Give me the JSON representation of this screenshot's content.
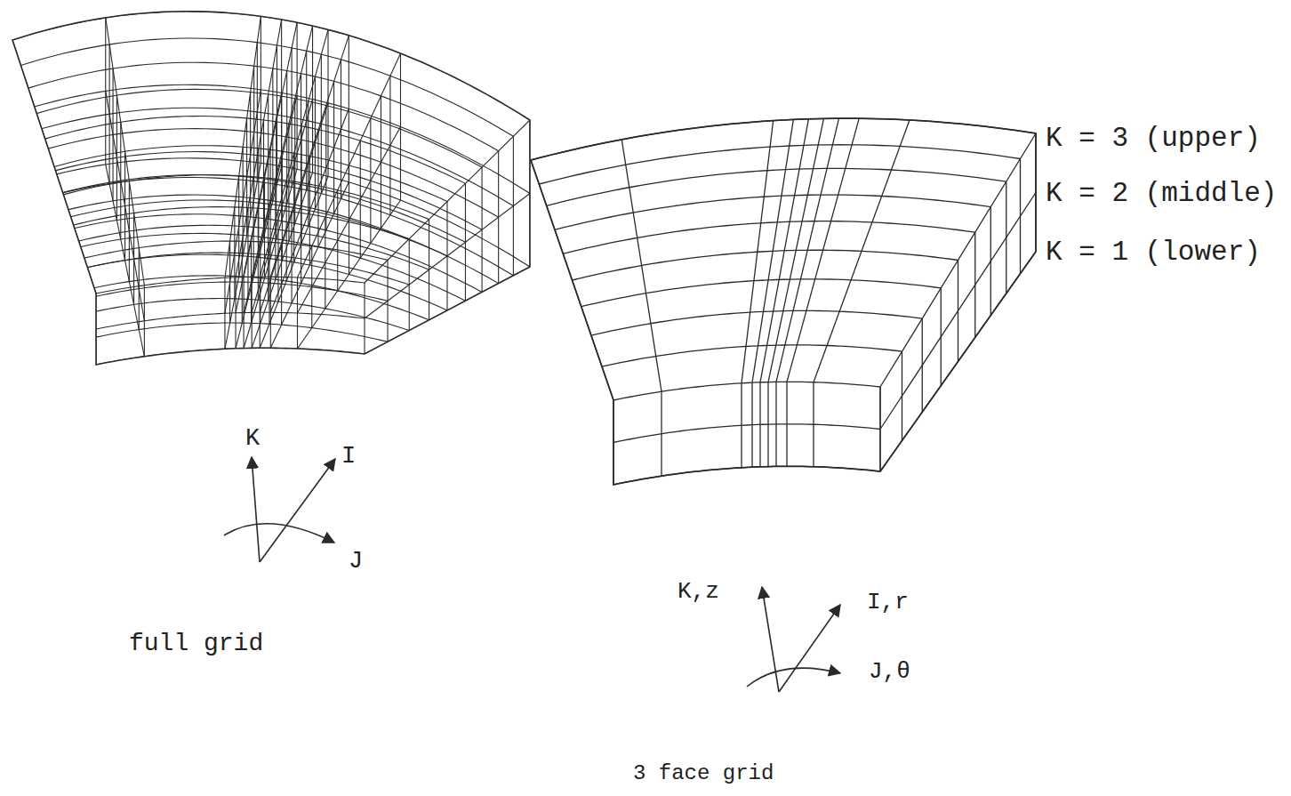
{
  "diagram": {
    "labels": [
      "K = 3 (upper)",
      "K = 2 (middle)",
      "K = 1 (lower)",
      "K",
      "I",
      "J",
      "full grid",
      "K,z",
      "I,r",
      "J,θ",
      "3 face grid"
    ]
  }
}
